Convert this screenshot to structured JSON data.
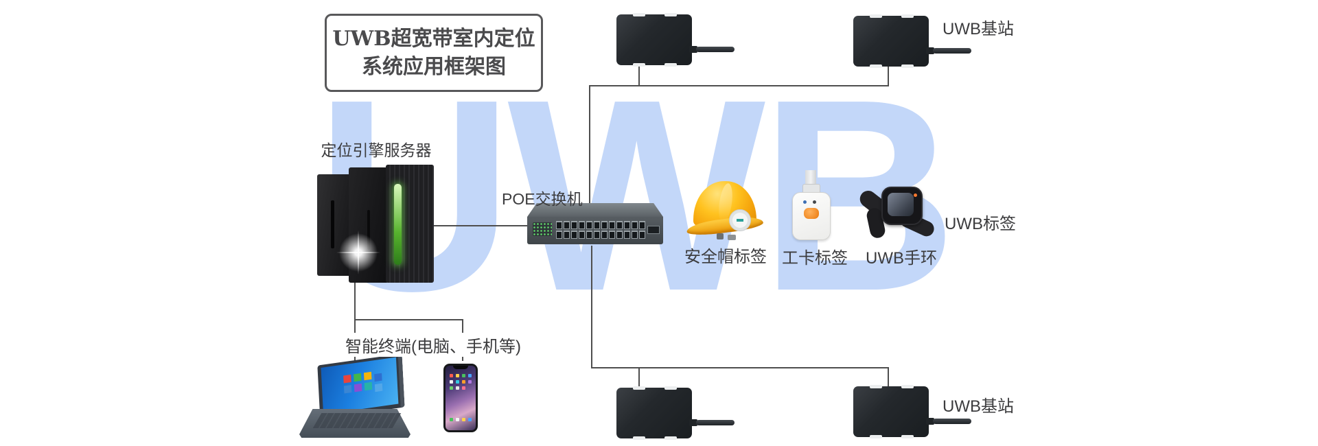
{
  "diagram": {
    "title": {
      "line1": "UWB超宽带室内定位",
      "line2": "系统应用框架图"
    },
    "watermark": "UWB",
    "nodes": {
      "server": {
        "label": "定位引擎服务器"
      },
      "poe_switch": {
        "label": "POE交换机"
      },
      "helmet_tag": {
        "label": "安全帽标签"
      },
      "work_card_tag": {
        "label": "工卡标签"
      },
      "uwb_wristband": {
        "label": "UWB手环"
      },
      "uwb_tag_group": {
        "label": "UWB标签"
      },
      "base_station_top": {
        "label": "UWB基站"
      },
      "base_station_bottom": {
        "label": "UWB基站"
      },
      "smart_terminal": {
        "label": "智能终端(电脑、手机等)"
      }
    },
    "colors": {
      "background": "#ffffff",
      "watermark": "#c3d7f9",
      "label_text": "#3c3c3e",
      "title_text": "#4a4a4c",
      "title_border": "#58585a",
      "connector": "#4e4e4e",
      "helmet": "#ffc21f",
      "server_led": "#57b32e",
      "card_button": "#f08a24"
    }
  }
}
